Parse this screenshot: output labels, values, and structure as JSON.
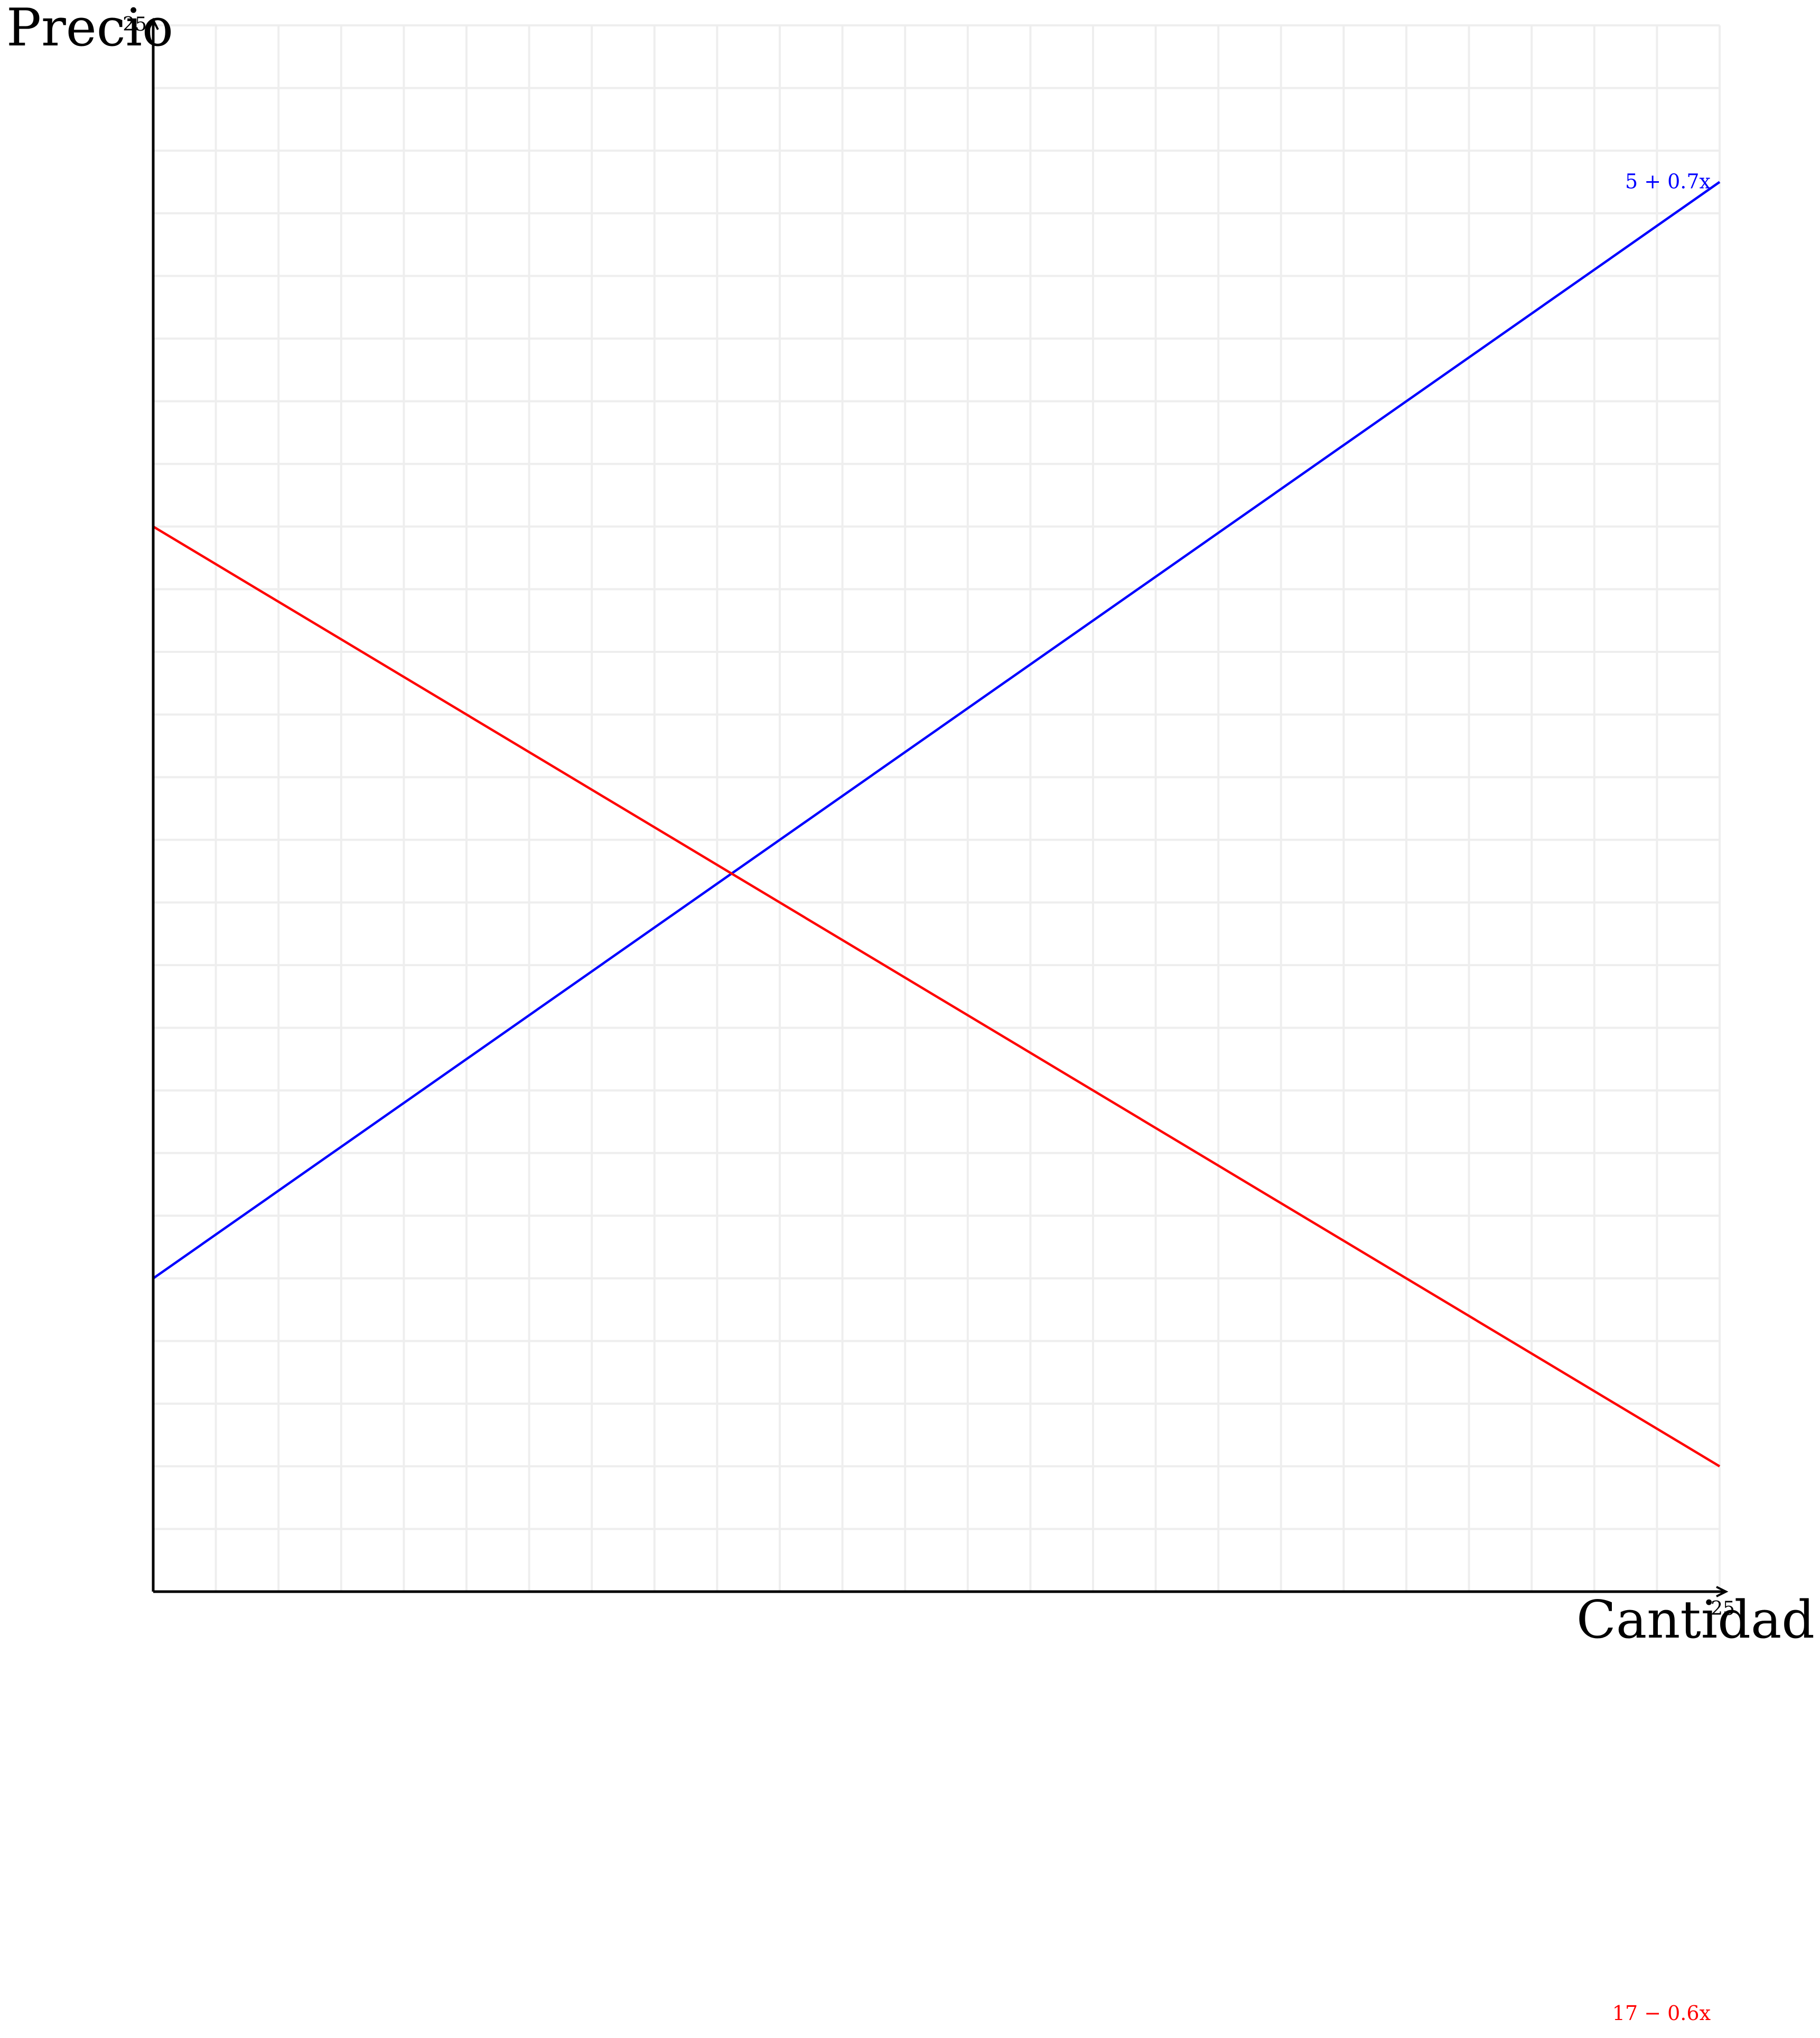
{
  "chart_data": {
    "type": "line",
    "title": "",
    "xlabel": "Cantidad",
    "ylabel": "Precio",
    "xlim": [
      0,
      25
    ],
    "ylim": [
      0,
      25
    ],
    "x_tick_labels": [
      "25"
    ],
    "y_tick_labels": [
      "25"
    ],
    "grid": true,
    "grid_step": 1,
    "series": [
      {
        "label": "5 + 0.7x",
        "color": "#0000ff",
        "x": [
          0,
          25
        ],
        "y": [
          5,
          22.5
        ]
      },
      {
        "label": "17 − 0.6x",
        "color": "#ff0000",
        "x": [
          0,
          25
        ],
        "y": [
          17,
          2
        ]
      }
    ]
  }
}
